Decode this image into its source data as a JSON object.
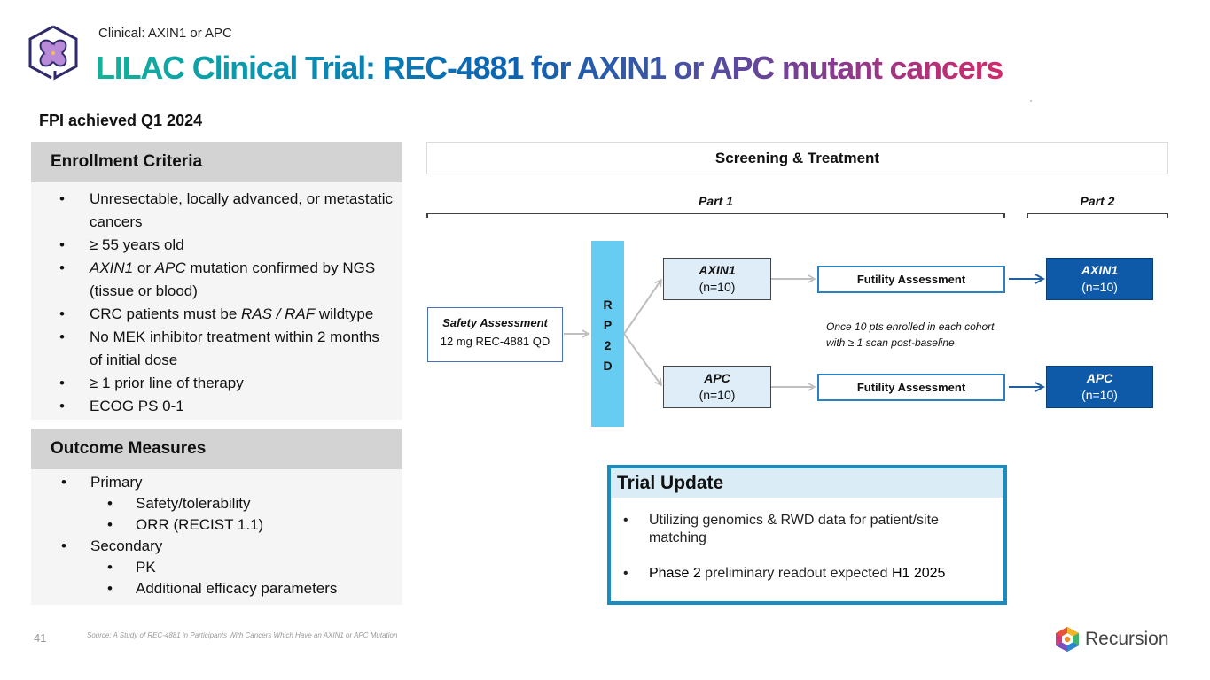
{
  "header": {
    "subtitle": "Clinical: AXIN1 or APC",
    "title": "LILAC Clinical Trial: REC-4881 for AXIN1 or APC mutant cancers",
    "logo_icon": "lilac-flower-hexagon-icon"
  },
  "fpi": "FPI achieved Q1 2024",
  "enrollment": {
    "heading": "Enrollment Criteria",
    "items": [
      {
        "pre": "Unresectable, locally advanced, or metastatic cancers"
      },
      {
        "pre": "≥ 55 years old"
      },
      {
        "it1": "AXIN1",
        "mid": " or ",
        "it2": "APC",
        "post": " mutation confirmed by NGS (tissue or blood)"
      },
      {
        "pre": "CRC patients must be ",
        "it1": "RAS / RAF",
        "post": " wildtype"
      },
      {
        "pre": "No MEK inhibitor treatment within 2 months of initial dose"
      },
      {
        "pre": "≥ 1 prior line of therapy"
      },
      {
        "pre": "ECOG PS 0-1"
      }
    ]
  },
  "outcomes": {
    "heading": "Outcome Measures",
    "primary": {
      "label": "Primary",
      "items": [
        "Safety/tolerability",
        "ORR (RECIST 1.1)"
      ]
    },
    "secondary": {
      "label": "Secondary",
      "items": [
        "PK",
        "Additional efficacy parameters"
      ]
    }
  },
  "diagram": {
    "header": "Screening & Treatment",
    "part1": "Part 1",
    "part2": "Part 2",
    "safety": {
      "title": "Safety Assessment",
      "dose": "12 mg REC-4881 QD"
    },
    "rp2d": [
      "R",
      "P",
      "2",
      "D"
    ],
    "part1_cohorts": [
      {
        "name": "AXIN1",
        "n": "(n=10)"
      },
      {
        "name": "APC",
        "n": "(n=10)"
      }
    ],
    "futility": [
      "Futility Assessment",
      "Futility Assessment"
    ],
    "note": [
      "Once 10 pts enrolled in each cohort",
      "with ≥ 1 scan post-baseline"
    ],
    "part2_cohorts": [
      {
        "name": "AXIN1",
        "n": "(n=10)"
      },
      {
        "name": "APC",
        "n": "(n=10)"
      }
    ],
    "colors": {
      "rp2d": "#66ccf2",
      "part2_box": "#0f5aa8",
      "futility_border": "#2b82c0",
      "arrow_gray": "#bfbfbf",
      "arrow_blue": "#1f5fa0"
    }
  },
  "trial_update": {
    "heading": "Trial Update",
    "items": [
      {
        "text": "Utilizing genomics & RWD data for patient/site matching"
      },
      {
        "b1": "Phase 2",
        "mid": " preliminary readout expected ",
        "b2": "H1 2025"
      }
    ]
  },
  "footer": {
    "page_number": "41",
    "source": "Source: A Study of REC-4881 in Participants With Cancers Which Have an AXIN1 or APC Mutation",
    "brand": "Recursion",
    "brand_icon": "recursion-hexagon-icon"
  }
}
